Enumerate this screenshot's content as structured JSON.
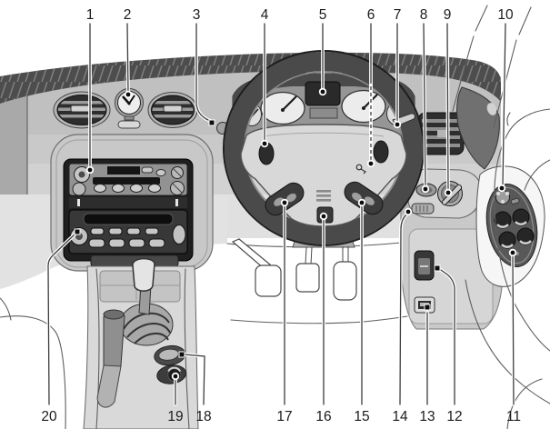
{
  "figure": {
    "callouts": {
      "top": [
        "1",
        "2",
        "3",
        "4",
        "5",
        "6",
        "7",
        "8",
        "9",
        "10"
      ],
      "bottom": [
        "20",
        "19",
        "18",
        "17",
        "16",
        "15",
        "14",
        "13",
        "12",
        "11"
      ]
    }
  },
  "colors": {
    "paper": "#ffffff",
    "line_ink": "#3d3d3d",
    "label_ink": "#1b1b1b",
    "dark_trim": "#4d4d4d",
    "fascia_gray": "#c0c0c0"
  }
}
